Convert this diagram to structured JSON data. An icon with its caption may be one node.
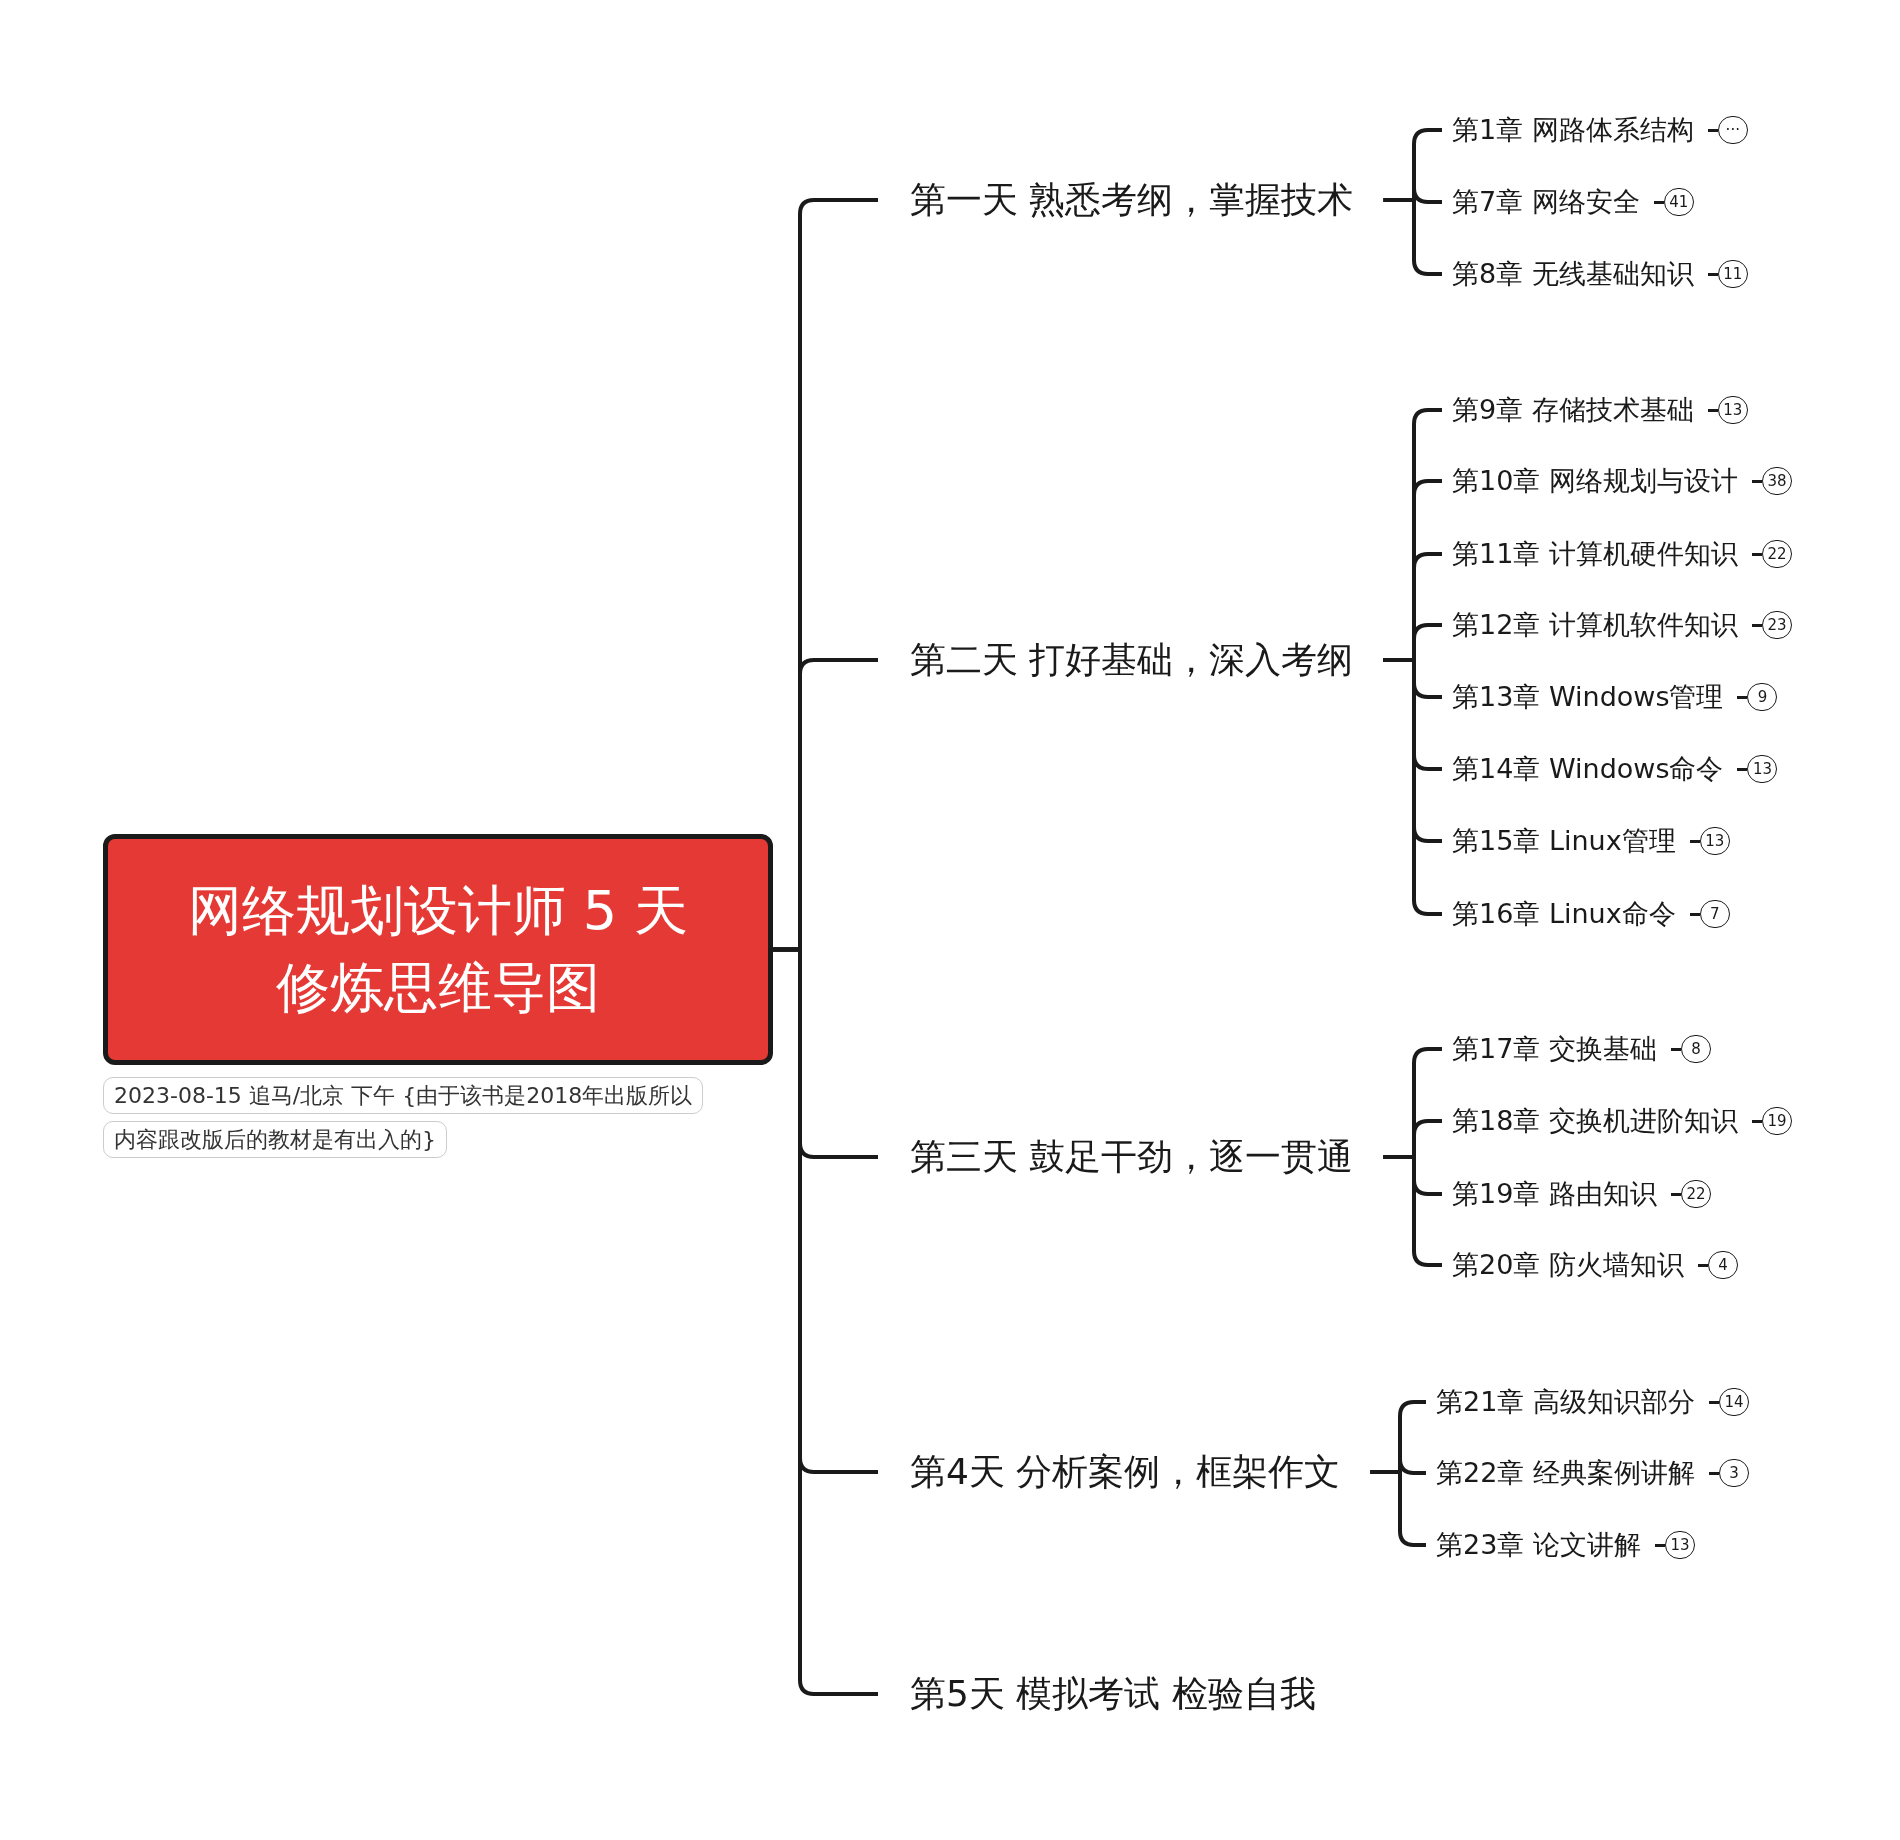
{
  "diagram": {
    "nodes": [
      {
        "text": [
          "网络规划设计师 5 天修炼思维导图"
        ],
        "beside": [
          "2023-08-15 追马/北京 下午 {由于该书是2018年出版所以内容跟改版后的教材是有出入的}"
        ]
      },
      {
        "text": [
          "第一天 熟悉考纲，掌握技术"
        ]
      },
      {
        "text": [
          "第二天 打好基础，深入考纲"
        ]
      },
      {
        "text": [
          "第三天 鼓足干劲，逐一贯通"
        ]
      },
      {
        "text": [
          "第4天 分析案例，框架作文"
        ]
      },
      {
        "text": [
          "第5天 模拟考试 检验自我"
        ]
      },
      {
        "text": [
          "第1章 网路体系结构"
        ],
        "beside": [
          "···"
        ]
      },
      {
        "text": [
          "第7章 网络安全"
        ],
        "beside": [
          "41"
        ]
      },
      {
        "text": [
          "第8章 无线基础知识"
        ],
        "beside": [
          "11"
        ]
      },
      {
        "text": [
          "第9章 存储技术基础"
        ],
        "beside": [
          "13"
        ]
      },
      {
        "text": [
          "第10章 网络规划与设计"
        ],
        "beside": [
          "38"
        ]
      },
      {
        "text": [
          "第11章 计算机硬件知识"
        ],
        "beside": [
          "22"
        ]
      },
      {
        "text": [
          "第12章 计算机软件知识"
        ],
        "beside": [
          "23"
        ]
      },
      {
        "text": [
          "第13章 Windows管理"
        ],
        "beside": [
          "9"
        ]
      },
      {
        "text": [
          "第14章 Windows命令"
        ],
        "beside": [
          "13"
        ]
      },
      {
        "text": [
          "第15章 Linux管理"
        ],
        "beside": [
          "13"
        ]
      },
      {
        "text": [
          "第16章 Linux命令"
        ],
        "beside": [
          "7"
        ]
      },
      {
        "text": [
          "第17章 交换基础"
        ],
        "beside": [
          "8"
        ]
      },
      {
        "text": [
          "第18章 交换机进阶知识"
        ],
        "beside": [
          "19"
        ]
      },
      {
        "text": [
          "第19章 路由知识"
        ],
        "beside": [
          "22"
        ]
      },
      {
        "text": [
          "第20章 防火墙知识"
        ],
        "beside": [
          "4"
        ]
      },
      {
        "text": [
          "第21章 高级知识部分"
        ],
        "beside": [
          "14"
        ]
      },
      {
        "text": [
          "第22章 经典案例讲解"
        ],
        "beside": [
          "3"
        ]
      },
      {
        "text": [
          "第23章 论文讲解"
        ],
        "beside": [
          "13"
        ]
      }
    ],
    "edges": [
      {
        "from": 0,
        "to": 1,
        "arrow": "none"
      },
      {
        "from": 0,
        "to": 2,
        "arrow": "none"
      },
      {
        "from": 0,
        "to": 3,
        "arrow": "none"
      },
      {
        "from": 0,
        "to": 4,
        "arrow": "none"
      },
      {
        "from": 0,
        "to": 5,
        "arrow": "none"
      },
      {
        "from": 1,
        "to": 6,
        "arrow": "none"
      },
      {
        "from": 1,
        "to": 7,
        "arrow": "none"
      },
      {
        "from": 1,
        "to": 8,
        "arrow": "none"
      },
      {
        "from": 2,
        "to": 9,
        "arrow": "none"
      },
      {
        "from": 2,
        "to": 10,
        "arrow": "none"
      },
      {
        "from": 2,
        "to": 11,
        "arrow": "none"
      },
      {
        "from": 2,
        "to": 12,
        "arrow": "none"
      },
      {
        "from": 2,
        "to": 13,
        "arrow": "none"
      },
      {
        "from": 2,
        "to": 14,
        "arrow": "none"
      },
      {
        "from": 2,
        "to": 15,
        "arrow": "none"
      },
      {
        "from": 2,
        "to": 16,
        "arrow": "none"
      },
      {
        "from": 3,
        "to": 17,
        "arrow": "none"
      },
      {
        "from": 3,
        "to": 18,
        "arrow": "none"
      },
      {
        "from": 3,
        "to": 19,
        "arrow": "none"
      },
      {
        "from": 3,
        "to": 20,
        "arrow": "none"
      },
      {
        "from": 4,
        "to": 21,
        "arrow": "none"
      },
      {
        "from": 4,
        "to": 22,
        "arrow": "none"
      },
      {
        "from": 4,
        "to": 23,
        "arrow": "none"
      }
    ]
  }
}
